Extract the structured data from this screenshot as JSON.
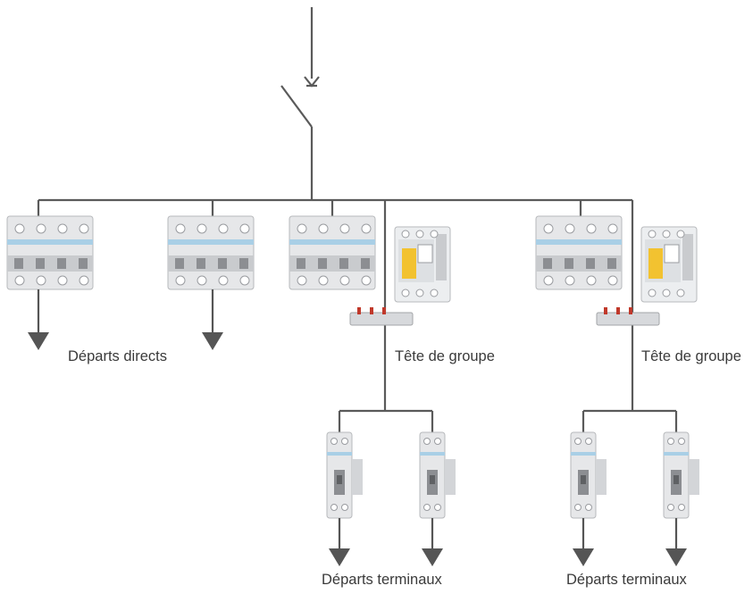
{
  "labels": {
    "direct_departures": "Départs directs",
    "group_head_1": "Tête de groupe",
    "group_head_2": "Tête de groupe",
    "terminal_departures_1": "Départs terminaux",
    "terminal_departures_2": "Départs terminaux"
  },
  "colors": {
    "wire": "#5a5a5a",
    "device_body": "#e6e7e9",
    "device_shade": "#c9cbce",
    "label_band": "#a9cfe6",
    "test_yellow": "#f2c230",
    "arrow": "#555555"
  }
}
